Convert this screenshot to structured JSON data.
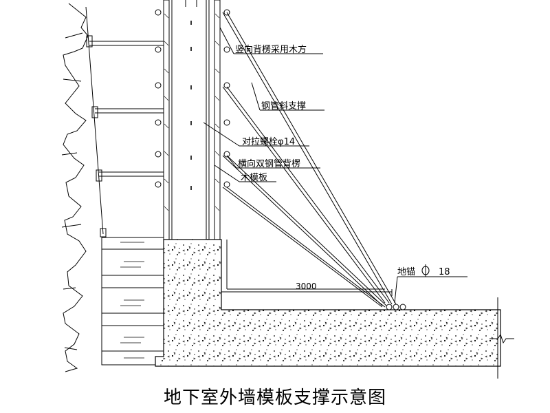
{
  "title": "地下室外墙模板支撑示意图",
  "labels": {
    "vertical_backing": "竖向背楞采用木方",
    "steel_brace": "钢管斜支撑",
    "tie_bolt": "对拉螺栓φ14",
    "horizontal_backing": "横向双钢管背楞",
    "formwork": "木模板",
    "anchor_prefix": "地锚",
    "anchor_size": "18",
    "dimension": "3000"
  }
}
